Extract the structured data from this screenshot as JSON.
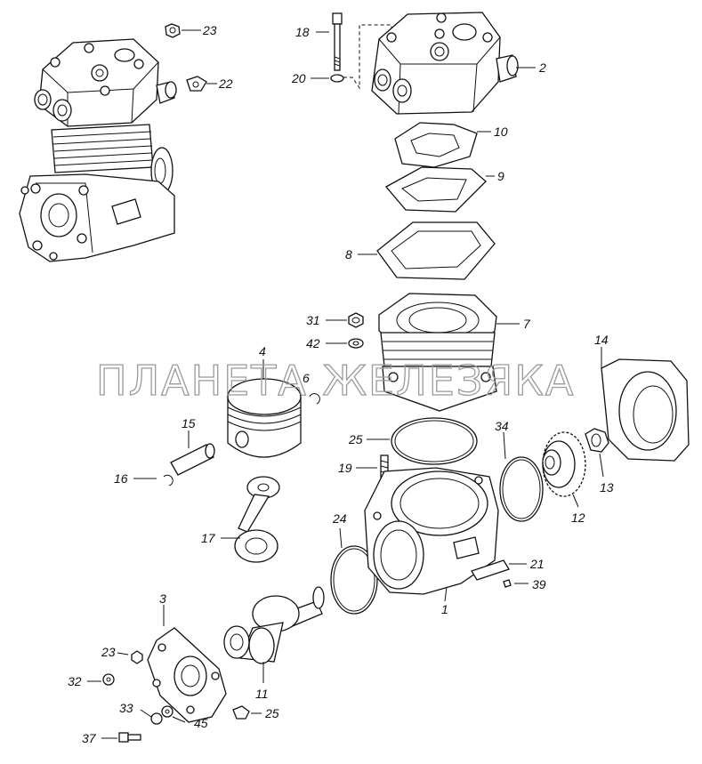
{
  "watermark": "ПЛАНЕТА ЖЕЛЕЗЯКА",
  "callouts": [
    {
      "id": "23a",
      "text": "23"
    },
    {
      "id": "22",
      "text": "22"
    },
    {
      "id": "18",
      "text": "18"
    },
    {
      "id": "20",
      "text": "20"
    },
    {
      "id": "2",
      "text": "2"
    },
    {
      "id": "10",
      "text": "10"
    },
    {
      "id": "9",
      "text": "9"
    },
    {
      "id": "8",
      "text": "8"
    },
    {
      "id": "7",
      "text": "7"
    },
    {
      "id": "31",
      "text": "31"
    },
    {
      "id": "42",
      "text": "42"
    },
    {
      "id": "4",
      "text": "4"
    },
    {
      "id": "6",
      "text": "6"
    },
    {
      "id": "14",
      "text": "14"
    },
    {
      "id": "15",
      "text": "15"
    },
    {
      "id": "16",
      "text": "16"
    },
    {
      "id": "25a",
      "text": "25"
    },
    {
      "id": "34",
      "text": "34"
    },
    {
      "id": "19",
      "text": "19"
    },
    {
      "id": "13",
      "text": "13"
    },
    {
      "id": "12",
      "text": "12"
    },
    {
      "id": "17",
      "text": "17"
    },
    {
      "id": "24",
      "text": "24"
    },
    {
      "id": "21",
      "text": "21"
    },
    {
      "id": "39",
      "text": "39"
    },
    {
      "id": "1",
      "text": "1"
    },
    {
      "id": "3",
      "text": "3"
    },
    {
      "id": "23b",
      "text": "23"
    },
    {
      "id": "32",
      "text": "32"
    },
    {
      "id": "11",
      "text": "11"
    },
    {
      "id": "33",
      "text": "33"
    },
    {
      "id": "45",
      "text": "45"
    },
    {
      "id": "25b",
      "text": "25"
    },
    {
      "id": "37",
      "text": "37"
    }
  ]
}
